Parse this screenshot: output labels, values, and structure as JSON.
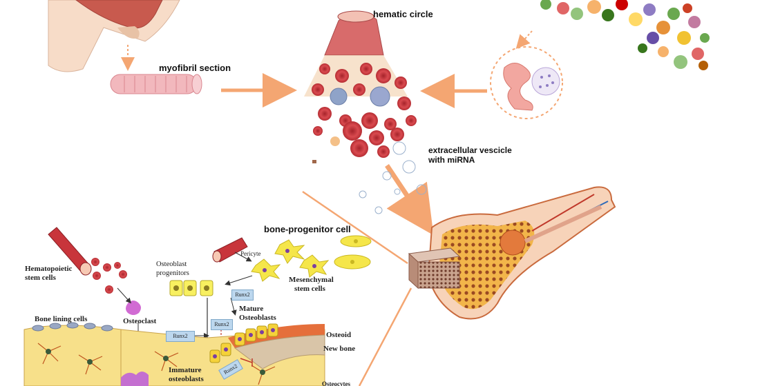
{
  "labels": {
    "myofibril": "myofibril section",
    "hematic": "hematic circle",
    "extracellular_1": "extracellular vescicle",
    "extracellular_2": "with miRNA",
    "bone_progenitor": "bone-progenitor cell",
    "hematopoietic_1": "Hematopoietic",
    "hematopoietic_2": "stem cells",
    "pericyte": "Pericyte",
    "osteoblast_prog_1": "Osteoblast",
    "osteoblast_prog_2": "progenitors",
    "mesenchymal_1": "Mesenchymal",
    "mesenchymal_2": "stem cells",
    "osteoclast": "Osteoclast",
    "mature_1": "Mature",
    "mature_2": "Osteoblasts",
    "bone_lining": "Bone lining cells",
    "osteoid": "Osteoid",
    "new_bone": "New bone",
    "immature_1": "Immature",
    "immature_2": "osteoblasts",
    "osteocytes": "Osteocytes"
  },
  "boxes": {
    "runx2_a": "Runx2",
    "runx2_b": "Runx2",
    "runx2_c": "Runx2",
    "runx2_d": "Runx2"
  },
  "colors": {
    "arrow": "#f4a672",
    "rbc": "#c8353b",
    "bone_yellow": "#f7e08a",
    "cell_yellow": "#f5e64a",
    "bone_cortex": "#c96a3d"
  }
}
